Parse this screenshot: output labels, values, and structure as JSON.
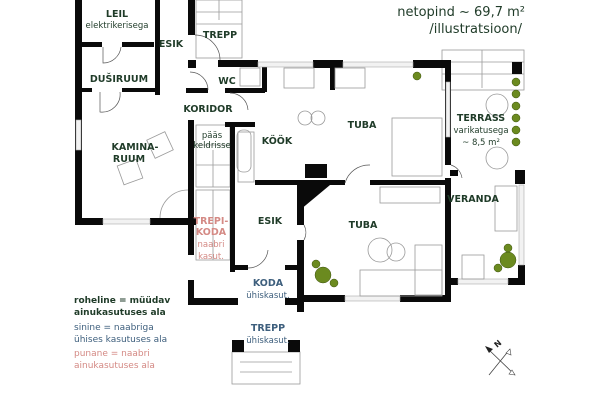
{
  "header": {
    "area": "netopind  ~ 69,7 m²",
    "note": "/illustratsioon/"
  },
  "rooms": {
    "leil": "LEIL",
    "leil_sub": "elektrikerisega",
    "esik_top": "ESIK",
    "trepp_top": "TREPP",
    "dusiruum": "DUŠIRUUM",
    "wc": "WC",
    "koridor": "KORIDOR",
    "paas1": "pääs",
    "paas2": "keldrisse",
    "kaminaruum1": "KAMINA-",
    "kaminaruum2": "RUUM",
    "kook": "KÖÖK",
    "tuba_upper": "TUBA",
    "terrass": "TERRASS",
    "terrass_sub": "varikatusega",
    "terrass_area": "~ 8,5 m²",
    "trepikoda1": "TREPI-",
    "trepikoda2": "KODA",
    "trepikoda3": "naabri",
    "trepikoda4": "kasut.",
    "esik_lower": "ESIK",
    "tuba_lower": "TUBA",
    "veranda": "VERANDA",
    "koda1": "KODA",
    "koda2": "ühiskasut.",
    "trepp_bottom1": "TREPP",
    "trepp_bottom2": "ühiskasut."
  },
  "legend": {
    "green1": "roheline = müüdav",
    "green2": "ainukasutuses ala",
    "blue1": "sinine = naabriga",
    "blue2": "ühises kasutuses ala",
    "red1": "punane = naabri",
    "red2": "ainukasutuses ala"
  },
  "compass": {
    "label": "N"
  },
  "colors": {
    "green": "#1f3b28",
    "blue": "#3e5f7d",
    "red": "#d48a85"
  }
}
